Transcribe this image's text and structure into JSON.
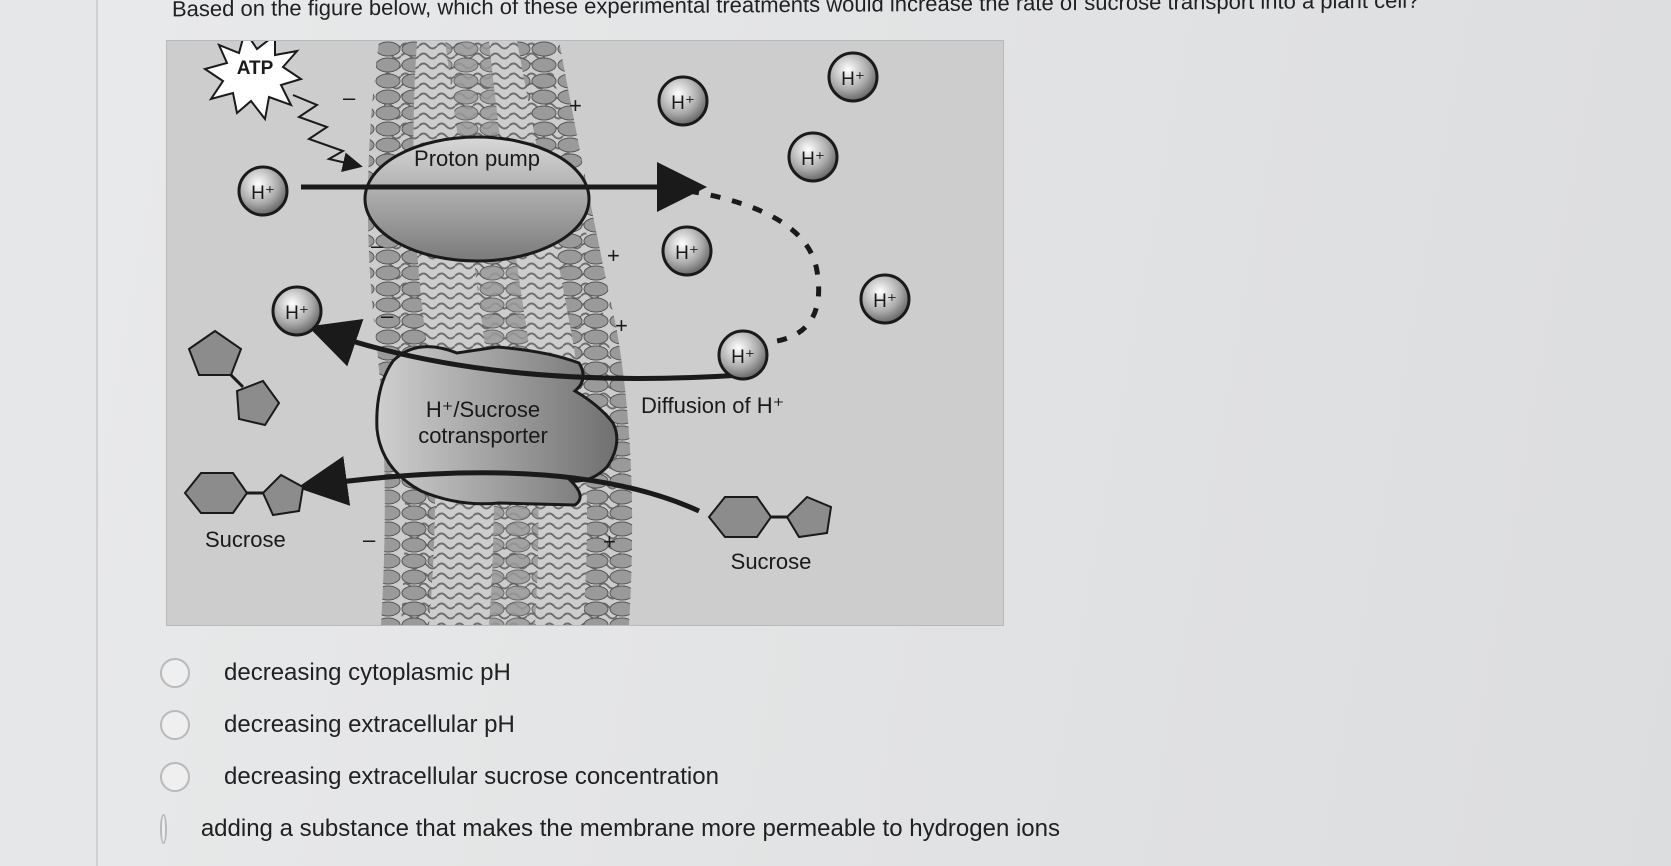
{
  "question": {
    "text": "Based on the figure below, which of these experimental treatments would increase the rate of sucrose transport into a plant cell?"
  },
  "figure": {
    "atp": "ATP",
    "proton_pump": "Proton pump",
    "cotransporter_line1": "H⁺/Sucrose",
    "cotransporter_line2": "cotransporter",
    "diffusion": "Diffusion of H⁺",
    "sucrose_inside": "Sucrose",
    "sucrose_outside": "Sucrose",
    "hplus": "H⁺",
    "minus": "–",
    "plus": "+"
  },
  "options": [
    {
      "label": "decreasing cytoplasmic pH"
    },
    {
      "label": "decreasing extracellular pH"
    },
    {
      "label": "decreasing extracellular sucrose concentration"
    },
    {
      "label": "adding a substance that makes the membrane more permeable to hydrogen ions"
    }
  ]
}
